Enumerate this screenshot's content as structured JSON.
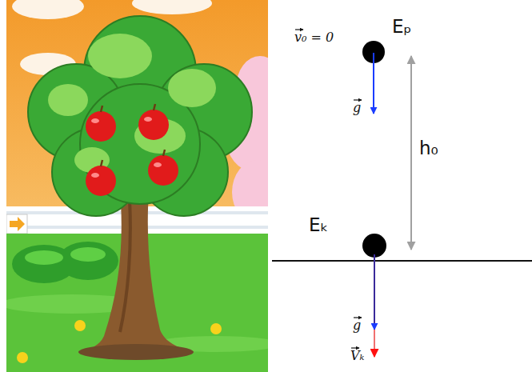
{
  "diagram": {
    "labels": [
      "Eₚ",
      "v₀ = 0",
      "g",
      "h₀",
      "Eₖ",
      "g",
      "Vₖ"
    ]
  }
}
